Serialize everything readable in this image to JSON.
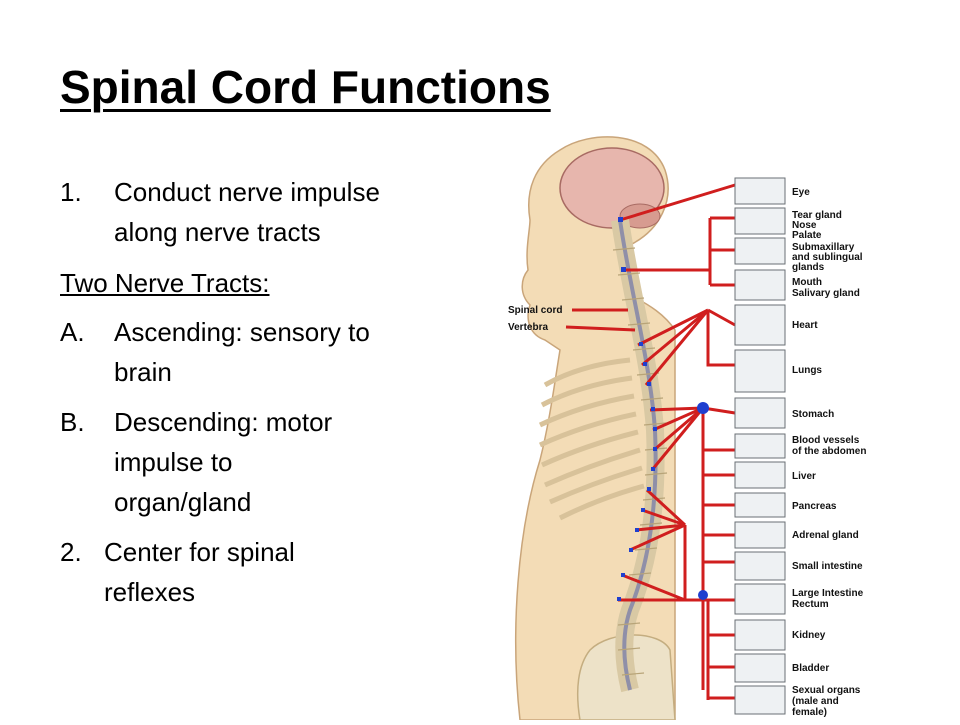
{
  "slide": {
    "title": "Spinal Cord Functions",
    "items": [
      {
        "marker": "1.",
        "lines": [
          "Conduct nerve impulse",
          "along nerve tracts"
        ]
      },
      {
        "heading": "Two Nerve Tracts:"
      },
      {
        "marker": "A.",
        "lines": [
          "Ascending:  sensory to",
          "brain"
        ]
      },
      {
        "marker": "B.",
        "lines": [
          "Descending:  motor",
          "impulse to",
          "organ/gland"
        ]
      },
      {
        "marker": "2.",
        "lines": [
          "Center for spinal",
          "reflexes"
        ]
      }
    ]
  },
  "figure": {
    "side_labels": [
      "Spinal cord",
      "Vertebra"
    ],
    "organs": [
      [
        "Eye"
      ],
      [
        "Tear gland",
        "Nose",
        "Palate"
      ],
      [
        "Submaxillary",
        "and sublingual",
        "glands"
      ],
      [
        "Mouth",
        "Salivary gland"
      ],
      [
        "Heart"
      ],
      [
        "Lungs"
      ],
      [
        "Stomach"
      ],
      [
        "Blood vessels",
        "of the abdomen"
      ],
      [
        "Liver"
      ],
      [
        "Pancreas"
      ],
      [
        "Adrenal gland"
      ],
      [
        "Small intestine"
      ],
      [
        "Large Intestine",
        "Rectum"
      ],
      [
        "Kidney"
      ],
      [
        "Bladder"
      ],
      [
        "Sexual organs",
        "(male and",
        "female)"
      ]
    ],
    "colors": {
      "nerve": "#d01e1e",
      "skin": "#f3dcb6",
      "bone": "#efe6cf",
      "brain": "#e7b6ad",
      "node": "#1f3fcf"
    }
  }
}
